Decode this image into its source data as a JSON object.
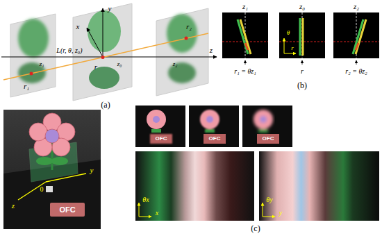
{
  "diagram": {
    "labels": [
      "x",
      "y",
      "L(r, θ, z₀)",
      "r₁",
      "r",
      "r₂",
      "z",
      "z₁",
      "z₀",
      "z₂",
      "(a)",
      "z₁",
      "z₀",
      "z₂",
      "θ",
      "r",
      "r₁ = θz₁",
      "r",
      "r₂ = θz₂",
      "(b)",
      "y",
      "0",
      "z",
      "OFC",
      "OFC",
      "OFC",
      "OFC",
      "θx",
      "x",
      "θy",
      "y",
      "(c)"
    ]
  }
}
